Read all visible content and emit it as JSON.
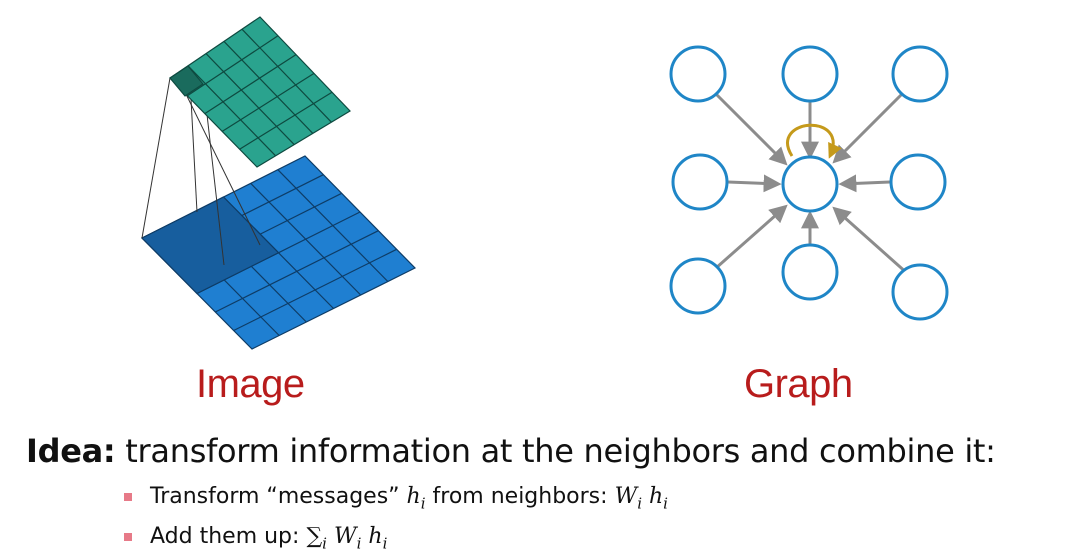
{
  "captions": {
    "image": "Image",
    "graph": "Graph"
  },
  "idea": {
    "label": "Idea:",
    "text": "transform information at the neighbors and combine it:"
  },
  "bullets": [
    {
      "text": "Transform “messages” ",
      "math_term": "h",
      "math_sub": "i",
      "middle": " from neighbors: ",
      "math2_a": "W",
      "math2_a_sub": "i",
      "math2_b": "h",
      "math2_b_sub": "i"
    },
    {
      "text": "Add them up: ",
      "sigma": "∑",
      "sigma_sub": "i",
      "math2_a": "W",
      "math2_a_sub": "i",
      "math2_b": "h",
      "math2_b_sub": "i"
    }
  ],
  "colors": {
    "caption": "#b81c1c",
    "top_grid": "#2aa38e",
    "bottom_grid": "#1f7fd1",
    "node_stroke": "#1f86c7",
    "edge": "#8c8c8c",
    "self_loop": "#c59a1b",
    "bullet": "#e77a88"
  }
}
